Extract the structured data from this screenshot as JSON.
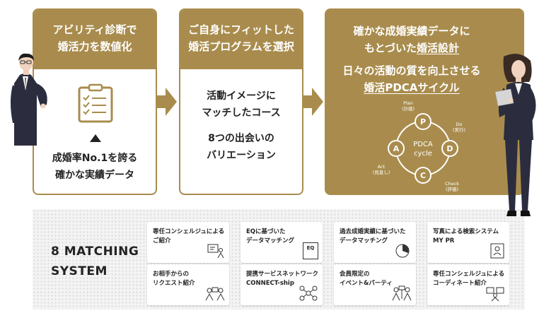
{
  "steps": [
    {
      "head_lines": [
        "アビリティ診断で",
        "婚活力を数値化"
      ],
      "body_lines": [
        "成婚率No.1を誇る",
        "確かな実績データ"
      ]
    },
    {
      "head_lines": [
        "ご自身にフィットした",
        "婚活プログラムを選択"
      ],
      "body_lines": [
        "活動イメージに",
        "マッチしたコース",
        "8つの出会いの",
        "バリエーション"
      ]
    },
    {
      "head_line1": "確かな成婚実績データに",
      "head_line2_pre": "もとづいた",
      "head_line2_ul": "婚活設計",
      "head_line3": "日々の活動の質を向上させる",
      "head_line4_ul": "婚活PDCAサイクル"
    }
  ],
  "pdca": {
    "center_line1": "PDCA",
    "center_line2": "cycle",
    "nodes": [
      {
        "letter": "P",
        "label1": "Plan",
        "label2": "(計画)"
      },
      {
        "letter": "D",
        "label1": "Do",
        "label2": "(実行)"
      },
      {
        "letter": "C",
        "label1": "Check",
        "label2": "(評価)"
      },
      {
        "letter": "A",
        "label1": "Act",
        "label2": "(見直し)"
      }
    ]
  },
  "matching": {
    "title_line1": "8 MATCHING",
    "title_line2": "SYSTEM",
    "items": [
      {
        "text": "専任コンシェルジュによる\nご紹介"
      },
      {
        "text": "EQに基づいた\nデータマッチング",
        "icon_text": "EQ"
      },
      {
        "text": "過去成婚実績に基づいた\nデータマッチング"
      },
      {
        "text": "写真による検索システム\nMY PR"
      },
      {
        "text": "お相手からの\nリクエスト紹介"
      },
      {
        "text": "提携サービスネットワーク\nCONNECT-ship"
      },
      {
        "text": "会員限定の\nイベント&パーティ"
      },
      {
        "text": "専任コンシェルジュによる\nコーディネート紹介"
      }
    ]
  },
  "colors": {
    "accent": "#a98c4d",
    "dark": "#2b2d3e"
  }
}
